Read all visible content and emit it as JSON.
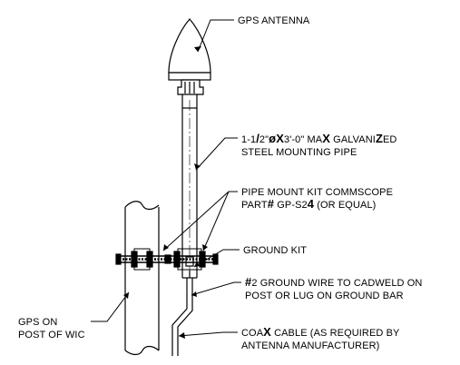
{
  "labels": {
    "gps_antenna": "GPS ANTENNA",
    "pipe_line1_a": "1-1",
    "pipe_line1_slash": "/",
    "pipe_line1_b": "2\"",
    "pipe_line1_phi": "ø",
    "pipe_line1_x": "X",
    "pipe_line1_c": "3'-0\" MA",
    "pipe_line1_x2": "X",
    "pipe_line1_d": " GALVANI",
    "pipe_line1_z": "Z",
    "pipe_line1_e": "ED",
    "pipe_line2": "STEEL MOUNTING PIPE",
    "mount_line1": "PIPE MOUNT KIT COMMSCOPE",
    "mount_line2_a": "PART",
    "mount_line2_hash": "#",
    "mount_line2_b": " GP-S2",
    "mount_line2_4": "4",
    "mount_line2_c": " (OR EQUAL)",
    "ground_kit": "GROUND KIT",
    "ground_wire_hash": "#",
    "ground_wire_line1": "2 GROUND WIRE TO CADWELD ON",
    "ground_wire_line2": "POST OR LUG ON GROUND BAR",
    "coax_line1_a": "COA",
    "coax_line1_x": "X",
    "coax_line1_b": " CABLE (AS REQUIRED BY",
    "coax_line2": "ANTENNA MANUFACTURER)",
    "gps_on_line1": "GPS ON",
    "gps_on_line2": "POST OF WIC"
  },
  "colors": {
    "line": "#000000",
    "fill_dark": "#000000",
    "fill_light": "#ffffff"
  }
}
